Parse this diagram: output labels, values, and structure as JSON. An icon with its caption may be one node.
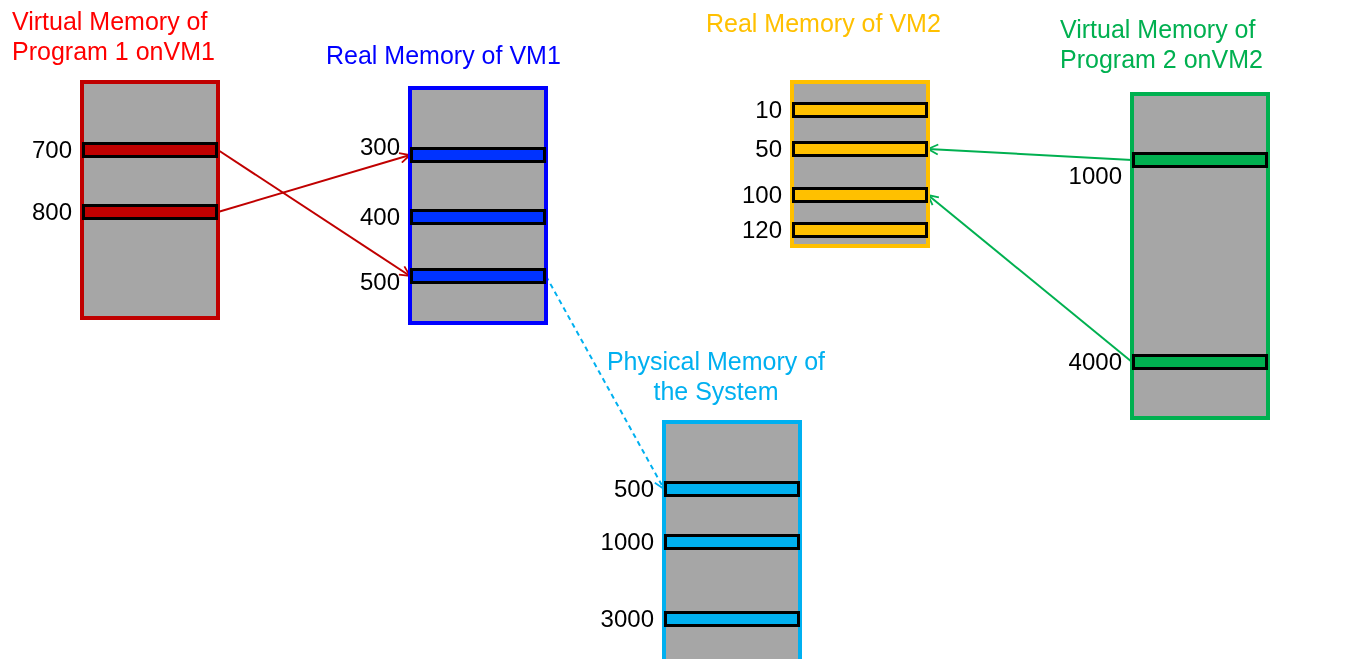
{
  "diagram": {
    "nodes": [
      {
        "text": [
          "Virtual Memory of Program 1 onVM1"
        ]
      },
      {
        "text": [],
        "shape": "bar",
        "beside": [
          "700"
        ],
        "in": 0
      },
      {
        "text": [],
        "shape": "bar",
        "beside": [
          "800"
        ],
        "in": 0
      },
      {
        "text": [
          "Real Memory of VM1"
        ]
      },
      {
        "text": [],
        "shape": "bar",
        "beside": [
          "300"
        ],
        "in": 3
      },
      {
        "text": [],
        "shape": "bar",
        "beside": [
          "400"
        ],
        "in": 3
      },
      {
        "text": [],
        "shape": "bar",
        "beside": [
          "500"
        ],
        "in": 3
      },
      {
        "text": [
          "Real Memory of VM2"
        ]
      },
      {
        "text": [],
        "shape": "bar",
        "beside": [
          "10"
        ],
        "in": 7
      },
      {
        "text": [],
        "shape": "bar",
        "beside": [
          "50"
        ],
        "in": 7
      },
      {
        "text": [],
        "shape": "bar",
        "beside": [
          "100"
        ],
        "in": 7
      },
      {
        "text": [],
        "shape": "bar",
        "beside": [
          "120"
        ],
        "in": 7
      },
      {
        "text": [
          "Virtual Memory of Program 2 onVM2"
        ]
      },
      {
        "text": [],
        "shape": "bar",
        "beside": [
          "1000"
        ],
        "in": 12
      },
      {
        "text": [],
        "shape": "bar",
        "beside": [
          "4000"
        ],
        "in": 12
      },
      {
        "text": [
          "Physical Memory of the System"
        ]
      },
      {
        "text": [],
        "shape": "bar",
        "beside": [
          "500"
        ],
        "in": 15
      },
      {
        "text": [],
        "shape": "bar",
        "beside": [
          "1000"
        ],
        "in": 15
      },
      {
        "text": [],
        "shape": "bar",
        "beside": [
          "3000"
        ],
        "in": 15
      }
    ],
    "edges": [
      {
        "from": 1,
        "to": 6,
        "arrow": "to",
        "color": "#c00000"
      },
      {
        "from": 2,
        "to": 4,
        "arrow": "to",
        "color": "#c00000"
      },
      {
        "from": 6,
        "to": 16,
        "arrow": "to",
        "style": "dashed",
        "color": "#00b0f0"
      },
      {
        "from": 13,
        "to": 9,
        "arrow": "to",
        "color": "#00b050"
      },
      {
        "from": 14,
        "to": 10,
        "arrow": "to",
        "color": "#00b050"
      }
    ]
  }
}
